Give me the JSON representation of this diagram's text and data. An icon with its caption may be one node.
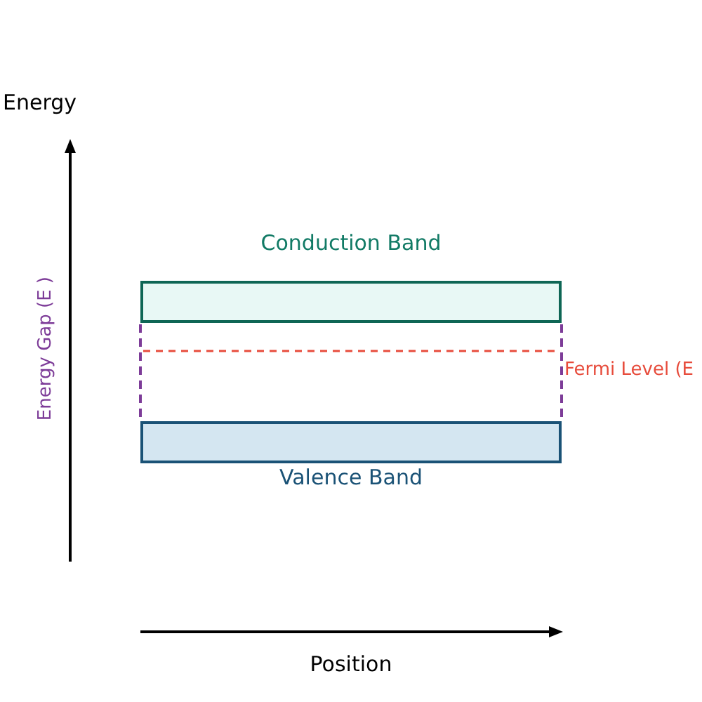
{
  "diagram": {
    "nodes": [
      {
        "text": [
          "Conduction Band"
        ]
      },
      {
        "text": [
          "Valence Band"
        ]
      }
    ],
    "labels": [
      "Energy",
      "Energy Gap (E )",
      "Fermi Level (E",
      "Position"
    ]
  }
}
